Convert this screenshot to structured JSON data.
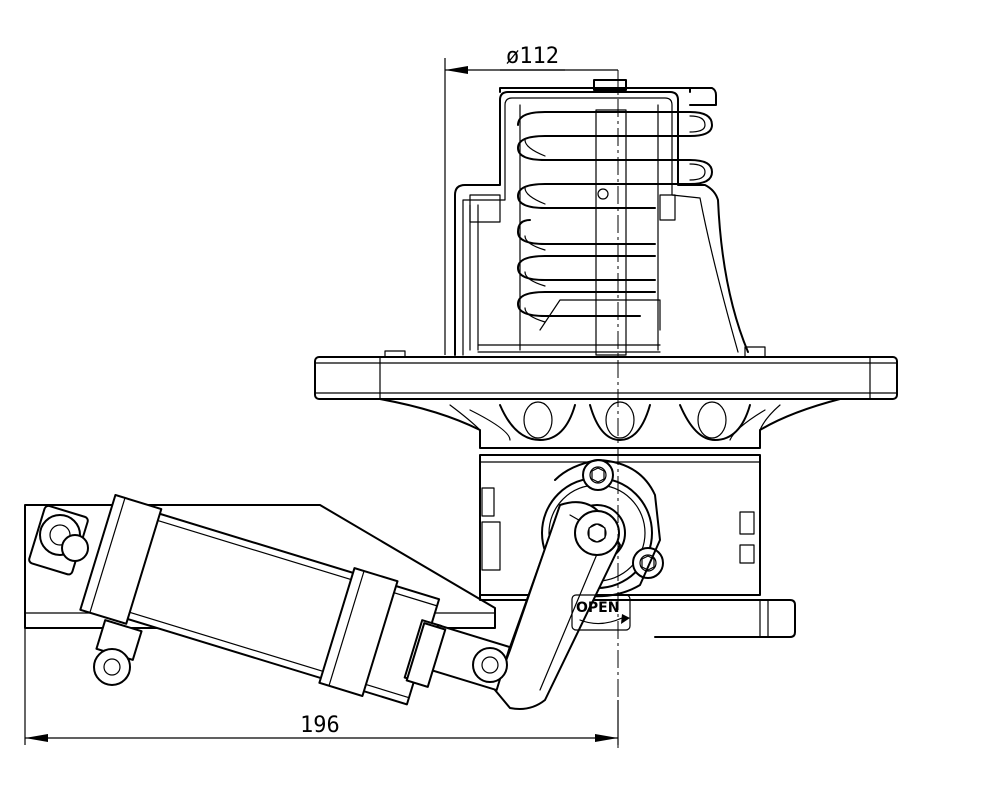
{
  "dimensions": {
    "diameter_label": "ø112",
    "length_label": "196"
  },
  "markings": {
    "open_label": "OPEN",
    "left_label_line1": "",
    "left_label_line2": "",
    "right_label_line1": ""
  },
  "style": {
    "line_color": "#000000",
    "background_color": "#ffffff"
  }
}
